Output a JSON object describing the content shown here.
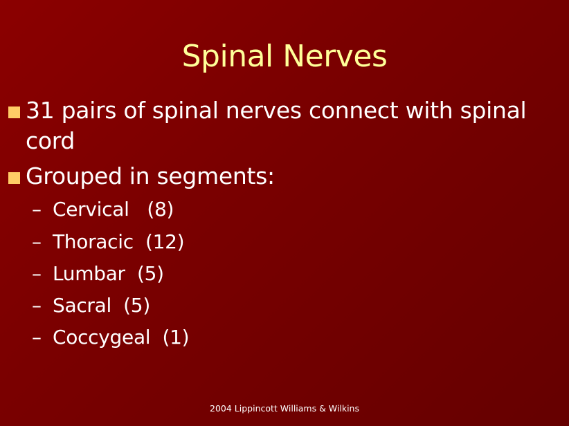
{
  "slide": {
    "title": "Spinal Nerves",
    "bullets": [
      {
        "text": "31 pairs of spinal nerves connect with spinal cord"
      },
      {
        "text": "Grouped in segments:"
      }
    ],
    "sub_items": [
      {
        "dash": "–",
        "text": "Cervical   (8)"
      },
      {
        "dash": "–",
        "text": "Thoracic  (12)"
      },
      {
        "dash": "–",
        "text": "Lumbar  (5)"
      },
      {
        "dash": "–",
        "text": "Sacral  (5)"
      },
      {
        "dash": "–",
        "text": "Coccygeal  (1)"
      }
    ],
    "footer": "2004 Lippincott Williams & Wilkins"
  },
  "colors": {
    "background": "#8b0000",
    "title": "#ffff99",
    "bullet_marker": "#ffcc66",
    "body_text": "#ffffff"
  }
}
